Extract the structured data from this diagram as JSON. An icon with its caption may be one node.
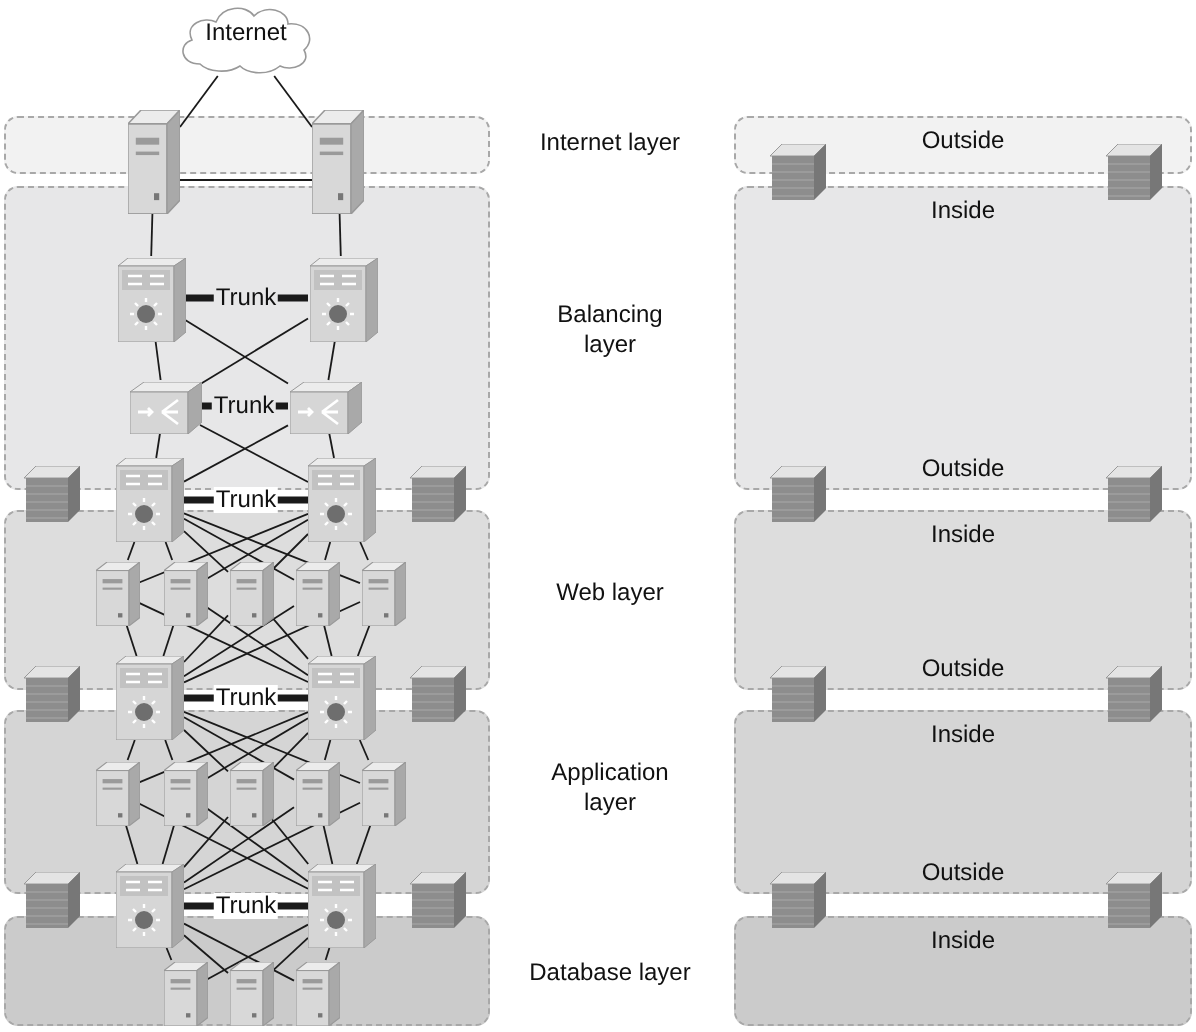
{
  "diagram": {
    "nodes": [
      {
        "text": [
          "Internet"
        ]
      },
      {
        "text": [],
        "shape": "box"
      },
      {
        "text": [
          "Outside"
        ]
      },
      {
        "text": [],
        "shape": "server"
      },
      {
        "text": [],
        "shape": "server"
      },
      {
        "text": [],
        "shape": "box"
      },
      {
        "text": [
          "Inside",
          "Outside"
        ]
      },
      {
        "text": [],
        "shape": "switch",
        "in": 5
      },
      {
        "text": [],
        "shape": "switch",
        "in": 5
      },
      {
        "text": [],
        "shape": "balancer",
        "in": 5
      },
      {
        "text": [],
        "shape": "balancer",
        "in": 5
      },
      {
        "text": [],
        "shape": "switch"
      },
      {
        "text": [],
        "shape": "switch"
      },
      {
        "text": [],
        "shape": "box"
      },
      {
        "text": [
          "Inside",
          "Outside"
        ]
      },
      {
        "text": [],
        "shape": "server",
        "in": 13
      },
      {
        "text": [],
        "shape": "server",
        "in": 13
      },
      {
        "text": [],
        "shape": "server",
        "in": 13
      },
      {
        "text": [],
        "shape": "server",
        "in": 13
      },
      {
        "text": [],
        "shape": "server",
        "in": 13
      },
      {
        "text": [],
        "shape": "switch"
      },
      {
        "text": [],
        "shape": "switch"
      },
      {
        "text": [],
        "shape": "box"
      },
      {
        "text": [
          "Inside",
          "Outside"
        ]
      },
      {
        "text": [],
        "shape": "server",
        "in": 22
      },
      {
        "text": [],
        "shape": "server",
        "in": 22
      },
      {
        "text": [],
        "shape": "server",
        "in": 22
      },
      {
        "text": [],
        "shape": "server",
        "in": 22
      },
      {
        "text": [],
        "shape": "server",
        "in": 22
      },
      {
        "text": [],
        "shape": "switch"
      },
      {
        "text": [],
        "shape": "switch"
      },
      {
        "text": [],
        "shape": "box"
      },
      {
        "text": [
          "Inside"
        ]
      },
      {
        "text": [],
        "shape": "server",
        "in": 31
      },
      {
        "text": [],
        "shape": "server",
        "in": 31
      },
      {
        "text": [],
        "shape": "server",
        "in": 31
      }
    ],
    "edges": [
      {
        "from": 0,
        "to": 3,
        "arrow": "none"
      },
      {
        "from": 0,
        "to": 4,
        "arrow": "none"
      },
      {
        "from": 3,
        "to": 4,
        "arrow": "none"
      },
      {
        "from": 3,
        "to": 7,
        "arrow": "none"
      },
      {
        "from": 4,
        "to": 8,
        "arrow": "none"
      },
      {
        "from": 7,
        "to": 8,
        "arrow": "none",
        "label": "Trunk",
        "style": "thick"
      },
      {
        "from": 7,
        "to": 9,
        "arrow": "none"
      },
      {
        "from": 7,
        "to": 10,
        "arrow": "none"
      },
      {
        "from": 8,
        "to": 9,
        "arrow": "none"
      },
      {
        "from": 8,
        "to": 10,
        "arrow": "none"
      },
      {
        "from": 9,
        "to": 10,
        "arrow": "none",
        "label": "Trunk",
        "style": "thick"
      },
      {
        "from": 9,
        "to": 11,
        "arrow": "none"
      },
      {
        "from": 9,
        "to": 12,
        "arrow": "none"
      },
      {
        "from": 10,
        "to": 11,
        "arrow": "none"
      },
      {
        "from": 10,
        "to": 12,
        "arrow": "none"
      },
      {
        "from": 11,
        "to": 12,
        "arrow": "none",
        "label": "Trunk",
        "style": "thick"
      },
      {
        "from": 11,
        "to": 15,
        "arrow": "none"
      },
      {
        "from": 11,
        "to": 16,
        "arrow": "none"
      },
      {
        "from": 11,
        "to": 17,
        "arrow": "none"
      },
      {
        "from": 11,
        "to": 18,
        "arrow": "none"
      },
      {
        "from": 11,
        "to": 19,
        "arrow": "none"
      },
      {
        "from": 12,
        "to": 15,
        "arrow": "none"
      },
      {
        "from": 12,
        "to": 16,
        "arrow": "none"
      },
      {
        "from": 12,
        "to": 17,
        "arrow": "none"
      },
      {
        "from": 12,
        "to": 18,
        "arrow": "none"
      },
      {
        "from": 12,
        "to": 19,
        "arrow": "none"
      },
      {
        "from": 15,
        "to": 20,
        "arrow": "none"
      },
      {
        "from": 16,
        "to": 20,
        "arrow": "none"
      },
      {
        "from": 17,
        "to": 20,
        "arrow": "none"
      },
      {
        "from": 18,
        "to": 20,
        "arrow": "none"
      },
      {
        "from": 19,
        "to": 20,
        "arrow": "none"
      },
      {
        "from": 15,
        "to": 21,
        "arrow": "none"
      },
      {
        "from": 16,
        "to": 21,
        "arrow": "none"
      },
      {
        "from": 17,
        "to": 21,
        "arrow": "none"
      },
      {
        "from": 18,
        "to": 21,
        "arrow": "none"
      },
      {
        "from": 19,
        "to": 21,
        "arrow": "none"
      },
      {
        "from": 20,
        "to": 21,
        "arrow": "none",
        "label": "Trunk",
        "style": "thick"
      },
      {
        "from": 20,
        "to": 24,
        "arrow": "none"
      },
      {
        "from": 20,
        "to": 25,
        "arrow": "none"
      },
      {
        "from": 20,
        "to": 26,
        "arrow": "none"
      },
      {
        "from": 20,
        "to": 27,
        "arrow": "none"
      },
      {
        "from": 20,
        "to": 28,
        "arrow": "none"
      },
      {
        "from": 21,
        "to": 24,
        "arrow": "none"
      },
      {
        "from": 21,
        "to": 25,
        "arrow": "none"
      },
      {
        "from": 21,
        "to": 26,
        "arrow": "none"
      },
      {
        "from": 21,
        "to": 27,
        "arrow": "none"
      },
      {
        "from": 21,
        "to": 28,
        "arrow": "none"
      },
      {
        "from": 24,
        "to": 29,
        "arrow": "none"
      },
      {
        "from": 25,
        "to": 29,
        "arrow": "none"
      },
      {
        "from": 26,
        "to": 29,
        "arrow": "none"
      },
      {
        "from": 27,
        "to": 29,
        "arrow": "none"
      },
      {
        "from": 28,
        "to": 29,
        "arrow": "none"
      },
      {
        "from": 24,
        "to": 30,
        "arrow": "none"
      },
      {
        "from": 25,
        "to": 30,
        "arrow": "none"
      },
      {
        "from": 26,
        "to": 30,
        "arrow": "none"
      },
      {
        "from": 27,
        "to": 30,
        "arrow": "none"
      },
      {
        "from": 28,
        "to": 30,
        "arrow": "none"
      },
      {
        "from": 29,
        "to": 30,
        "arrow": "none",
        "label": "Trunk",
        "style": "thick"
      },
      {
        "from": 29,
        "to": 33,
        "arrow": "none"
      },
      {
        "from": 29,
        "to": 34,
        "arrow": "none"
      },
      {
        "from": 29,
        "to": 35,
        "arrow": "none"
      },
      {
        "from": 30,
        "to": 33,
        "arrow": "none"
      },
      {
        "from": 30,
        "to": 34,
        "arrow": "none"
      },
      {
        "from": 30,
        "to": 35,
        "arrow": "none"
      }
    ],
    "labels": [
      "Internet layer",
      "Balancing layer",
      "Web layer",
      "Application layer",
      "Database layer"
    ]
  }
}
